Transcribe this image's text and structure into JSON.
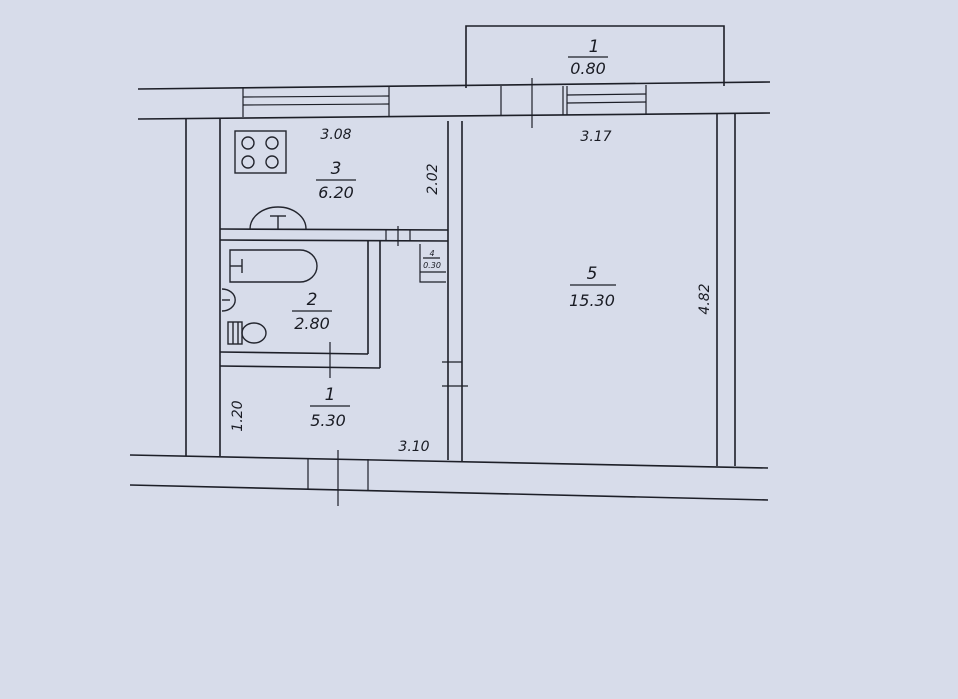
{
  "colors": {
    "paper": "#d7dcea",
    "ink": "#1d1f28"
  },
  "plan": {
    "rooms": [
      {
        "id": "balcony",
        "number": "1",
        "area": "0.80"
      },
      {
        "id": "kitchen",
        "number": "3",
        "area": "6.20"
      },
      {
        "id": "bathroom",
        "number": "2",
        "area": "2.80"
      },
      {
        "id": "hallway",
        "number": "1",
        "area": "5.30"
      },
      {
        "id": "living",
        "number": "5",
        "area": "15.30"
      },
      {
        "id": "closet",
        "number": "4",
        "area": "0.30"
      }
    ],
    "dimensions": {
      "kitchen_width": "3.08",
      "living_width": "3.17",
      "kitchen_depth": "2.02",
      "living_depth": "4.82",
      "hallway_depth": "1.20",
      "hallway_width": "3.10"
    },
    "icons": [
      "stove-icon",
      "sink-icon",
      "bathtub-icon",
      "washbasin-icon",
      "toilet-icon"
    ]
  }
}
